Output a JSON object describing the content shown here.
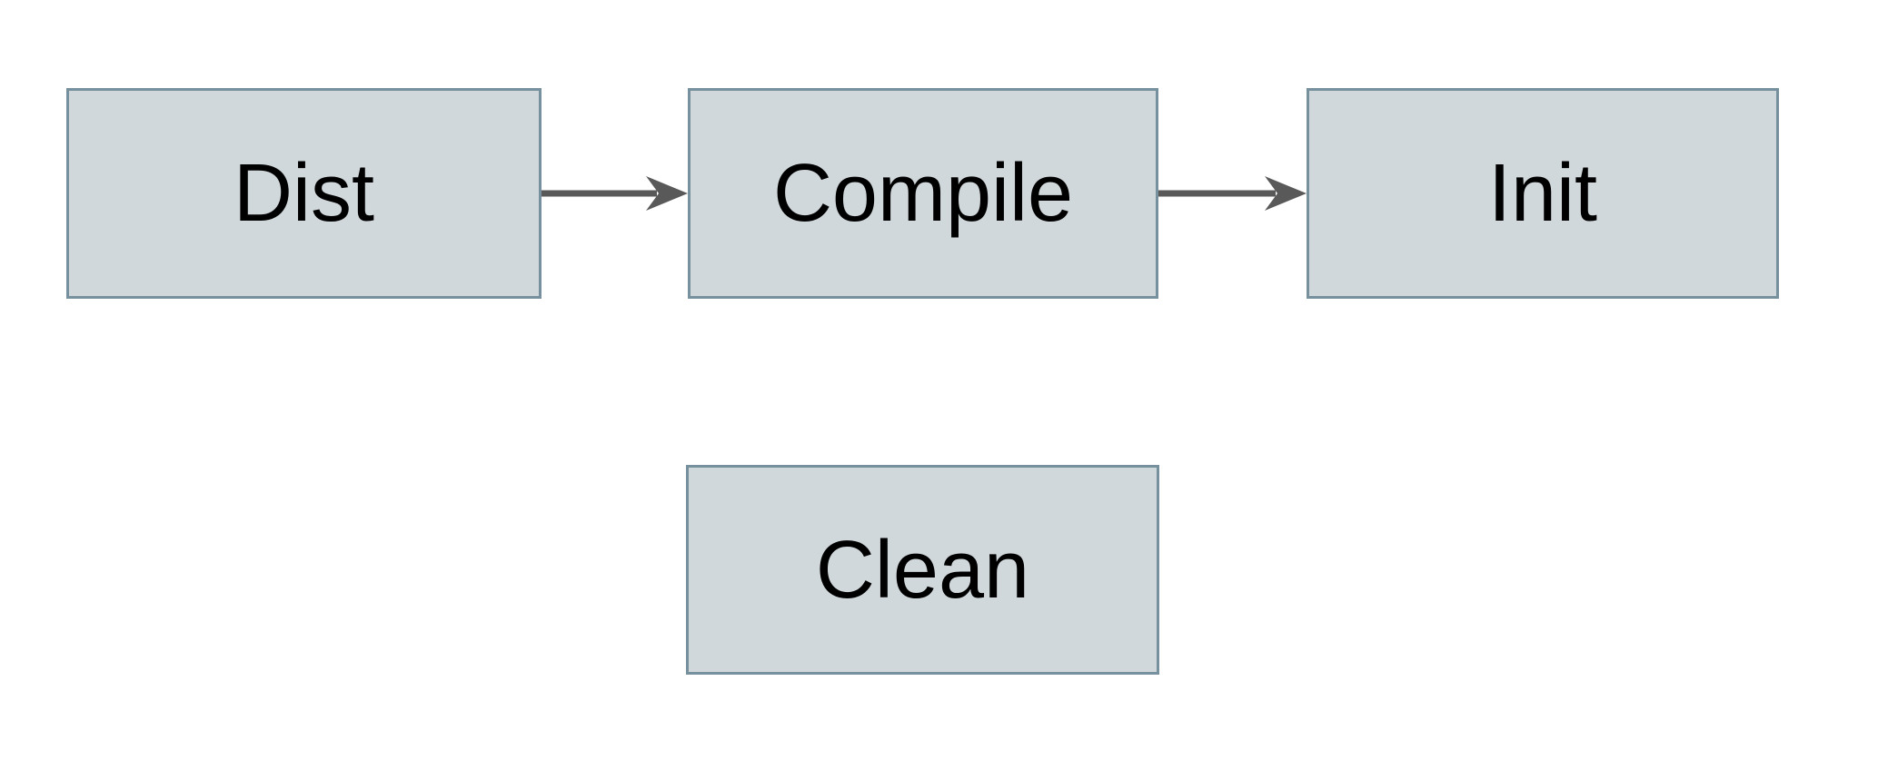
{
  "diagram": {
    "type": "flowchart",
    "nodes": [
      {
        "id": "dist",
        "label": "Dist"
      },
      {
        "id": "compile",
        "label": "Compile"
      },
      {
        "id": "init",
        "label": "Init"
      },
      {
        "id": "clean",
        "label": "Clean"
      }
    ],
    "edges": [
      {
        "from": "dist",
        "to": "compile",
        "direction": "right",
        "style": "solid-arrow"
      },
      {
        "from": "compile",
        "to": "init",
        "direction": "right",
        "style": "solid-arrow"
      }
    ],
    "colors": {
      "background": "#ffffff",
      "node_fill": "#d1d8db",
      "node_border": "#76909d",
      "arrow": "#595959",
      "text": "#000000"
    }
  }
}
